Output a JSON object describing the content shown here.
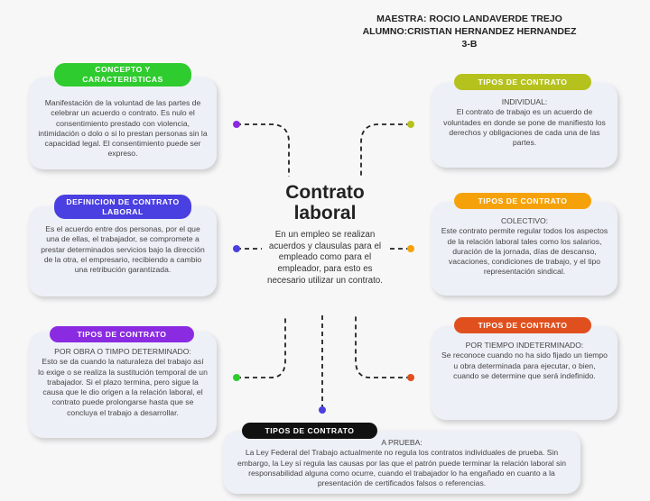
{
  "header": {
    "teacher": "MAESTRA: ROCIO LANDAVERDE TREJO",
    "student": "ALUMNO:CRISTIAN HERNANDEZ HERNANDEZ",
    "group": "3-B"
  },
  "center": {
    "title_line1": "Contrato",
    "title_line2": "laboral",
    "text": "En un empleo se realizan acuerdos y clausulas para el empleado como para el empleador, para esto es necesario utilizar un contrato."
  },
  "cards": {
    "concepto": {
      "label": "CONCEPTO Y CARACTERISTICAS",
      "color": "#2ecc2e",
      "text": "Manifestación de la voluntad de las partes de celebrar un acuerdo o contrato. Es nulo el consentimiento prestado con violencia, intimidación o dolo o si lo prestan personas sin la capacidad legal. El consentimiento puede ser expreso."
    },
    "definicion": {
      "label": "DEFINICION DE CONTRATO LABORAL",
      "color": "#4a3fe0",
      "text": "Es el acuerdo entre dos personas, por el que una de ellas, el trabajador, se compromete a prestar determinados servicios bajo la dirección de la otra, el empresario, recibiendo a cambio una retribución garantizada."
    },
    "obra": {
      "label": "TIPOS DE CONTRATO",
      "color": "#8a2be2",
      "subtitle": "POR OBRA O TIMPO DETERMINADO:",
      "text": "Esto se da cuando la naturaleza del trabajo así lo exige o se realiza la sustitución temporal de un trabajador. Si el plazo termina, pero sigue la causa que le dio origen a la relación laboral, el contrato puede prolongarse hasta que se concluya el trabajo a desarrollar."
    },
    "individual": {
      "label": "TIPOS DE CONTRATO",
      "color": "#b5c21e",
      "subtitle": "INDIVIDUAL:",
      "text": "El contrato de trabajo es un acuerdo de voluntades en donde se pone de manifiesto los derechos y obligaciones de cada una de las partes."
    },
    "colectivo": {
      "label": "TIPOS DE CONTRATO",
      "color": "#f5a20a",
      "subtitle": "COLECTIVO:",
      "text": "Este contrato permite regular todos los aspectos de la relación laboral tales como los salarios, duración de la jornada, días de descanso, vacaciones, condiciones de trabajo, y el tipo representación sindical."
    },
    "indeterminado": {
      "label": "TIPOS DE CONTRATO",
      "color": "#e0501e",
      "subtitle": "POR TIEMPO INDETERMINADO:",
      "text": "Se reconoce cuando no ha sido fijado un tiempo u obra determinada para ejecutar, o bien, cuando se determine que será indefinido."
    },
    "prueba": {
      "label": "TIPOS DE CONTRATO",
      "color": "#111111",
      "subtitle": "A PRUEBA:",
      "text": "La Ley Federal del Trabajo actualmente no regula los contratos individuales de prueba. Sin embargo, la Ley sí regula las causas por las que el patrón puede terminar la relación laboral sin responsabilidad alguna como ocurre, cuando el trabajador lo ha engañado en cuanto a la presentación de certificados falsos o referencias."
    }
  }
}
